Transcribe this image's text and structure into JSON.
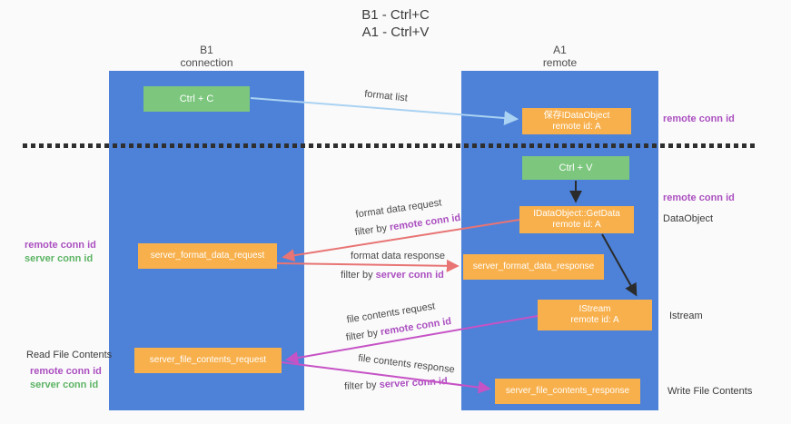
{
  "title": {
    "line1": "B1 - Ctrl+C",
    "line2": "A1 - Ctrl+V"
  },
  "lanes": {
    "left": {
      "name": "B1",
      "role": "connection"
    },
    "right": {
      "name": "A1",
      "role": "remote"
    }
  },
  "boxes": {
    "ctrl_c": {
      "label": "Ctrl + C"
    },
    "save_idataobject": {
      "line1": "保存IDataObject",
      "line2": "remote id: A"
    },
    "ctrl_v": {
      "label": "Ctrl + V"
    },
    "getdata": {
      "line1": "IDataObject::GetData",
      "line2": "remote id: A"
    },
    "server_format_data_request": {
      "label": "server_format_data_request"
    },
    "server_format_data_response": {
      "label": "server_format_data_response"
    },
    "istream": {
      "line1": "IStream",
      "line2": "remote id: A"
    },
    "server_file_contents_request": {
      "label": "server_file_contents_request"
    },
    "server_file_contents_response": {
      "label": "server_file_contents_response"
    }
  },
  "terms": {
    "remote_conn_id": "remote conn id",
    "server_conn_id": "server conn id",
    "filter_by": "filter by "
  },
  "flow_labels": {
    "format_list": "format list",
    "format_data_request": "format data request",
    "format_data_response": "format data response",
    "file_contents_request": "file contents request",
    "file_contents_response": "file contents response"
  },
  "side_labels": {
    "dataobject": "DataObject",
    "istream": "Istream",
    "read_file_contents": "Read File Contents",
    "write_file_contents": "Write File Contents"
  },
  "colors": {
    "lane_blue": "#4d82d8",
    "box_green": "#7cc67d",
    "box_orange": "#f8b04c",
    "arrow_light_blue": "#aad2f2",
    "arrow_red": "#e87474",
    "arrow_magenta": "#c653c6",
    "arrow_black": "#2b2b2b",
    "conn_id_purple": "#ab4fc0",
    "conn_id_green": "#5cb464"
  }
}
